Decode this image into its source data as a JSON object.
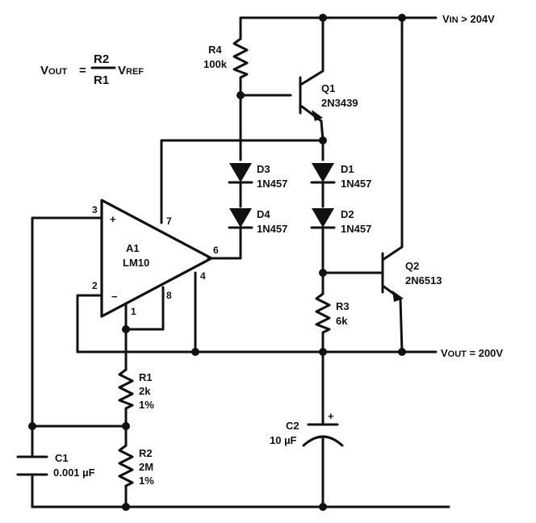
{
  "formula": {
    "lhs": "V",
    "lhs_sub": "OUT",
    "equals": "=",
    "num": "R2",
    "den": "R1",
    "rhs": "V",
    "rhs_sub": "REF"
  },
  "vin": {
    "v": "V",
    "sub": "IN",
    "rest": " > 204V"
  },
  "vout": {
    "v": "V",
    "sub": "OUT",
    "rest": " = 200V"
  },
  "opamp": {
    "ref": "A1",
    "part": "LM10",
    "plus": "+",
    "minus": "−",
    "pins": {
      "p3": "3",
      "p2": "2",
      "p7": "7",
      "p6": "6",
      "p4": "4",
      "p1": "1",
      "p8": "8"
    }
  },
  "r4": {
    "ref": "R4",
    "value": "100k"
  },
  "q1": {
    "ref": "Q1",
    "part": "2N3439"
  },
  "q2": {
    "ref": "Q2",
    "part": "2N6513"
  },
  "d1": {
    "ref": "D1",
    "part": "1N457"
  },
  "d2": {
    "ref": "D2",
    "part": "1N457"
  },
  "d3": {
    "ref": "D3",
    "part": "1N457"
  },
  "d4": {
    "ref": "D4",
    "part": "1N457"
  },
  "r3": {
    "ref": "R3",
    "value": "6k"
  },
  "r1": {
    "ref": "R1",
    "value": "2k",
    "tol": "1%"
  },
  "r2": {
    "ref": "R2",
    "value": "2M",
    "tol": "1%"
  },
  "c1": {
    "ref": "C1",
    "value": "0.001 µF"
  },
  "c2": {
    "ref": "C2",
    "value": "10 µF",
    "polarity": "+"
  }
}
